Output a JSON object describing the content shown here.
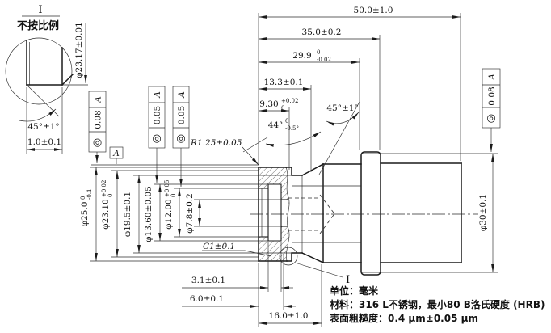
{
  "detail_view": {
    "label": "I",
    "scale_note": "不按比例",
    "dia": "φ23.17±0.01",
    "angle": "45°±1°",
    "width": "1.0±0.1"
  },
  "top_dims": {
    "len50": "50.0±1.0",
    "len35": "35.0±0.2",
    "len299": {
      "v": "29.9",
      "sup": "0",
      "sub": "-0.02"
    },
    "len133": "13.3±0.1",
    "len93": {
      "v": "9.30",
      "sup": "+0.02",
      "sub": "0"
    },
    "angle45": "45°±1°",
    "angle44": {
      "v": "44°",
      "sup": "0",
      "sub": "-0.5°"
    },
    "radius": "R1.25±0.05"
  },
  "left_dims": {
    "d25": {
      "v": "φ25.0",
      "sup": "0",
      "sub": "-0.1"
    },
    "d2310": {
      "v": "φ23.10",
      "sup": "+0.02",
      "sub": "0"
    },
    "d195": "φ19.5±0.1",
    "d136": "φ13.60±0.05",
    "d12": {
      "v": "φ12.00",
      "sup": "+0.05",
      "sub": "0"
    },
    "d78": "φ7.8±0.2",
    "chamfer": "C1±0.1"
  },
  "bottom_dims": {
    "len31": "3.1±0.1",
    "len6": "6.0±0.1",
    "len16": "16.0±1.0"
  },
  "right_dims": {
    "d30": "φ30±0.1"
  },
  "section_label": "I",
  "gdt": {
    "symbol": "◎",
    "datum_label": "A",
    "frames": [
      {
        "tol": "0.08",
        "datum": "A"
      },
      {
        "tol": "0.05",
        "datum": "A"
      },
      {
        "tol": "0.05",
        "datum": "A"
      },
      {
        "tol": "0.08",
        "datum": "A"
      }
    ]
  },
  "notes": {
    "unit": "单位：毫米",
    "material": "材料：316 L不锈钢，最小80 B洛氏硬度 (HRB)",
    "surface": "表面粗糙度：0.4 μm±0.05 μm"
  }
}
